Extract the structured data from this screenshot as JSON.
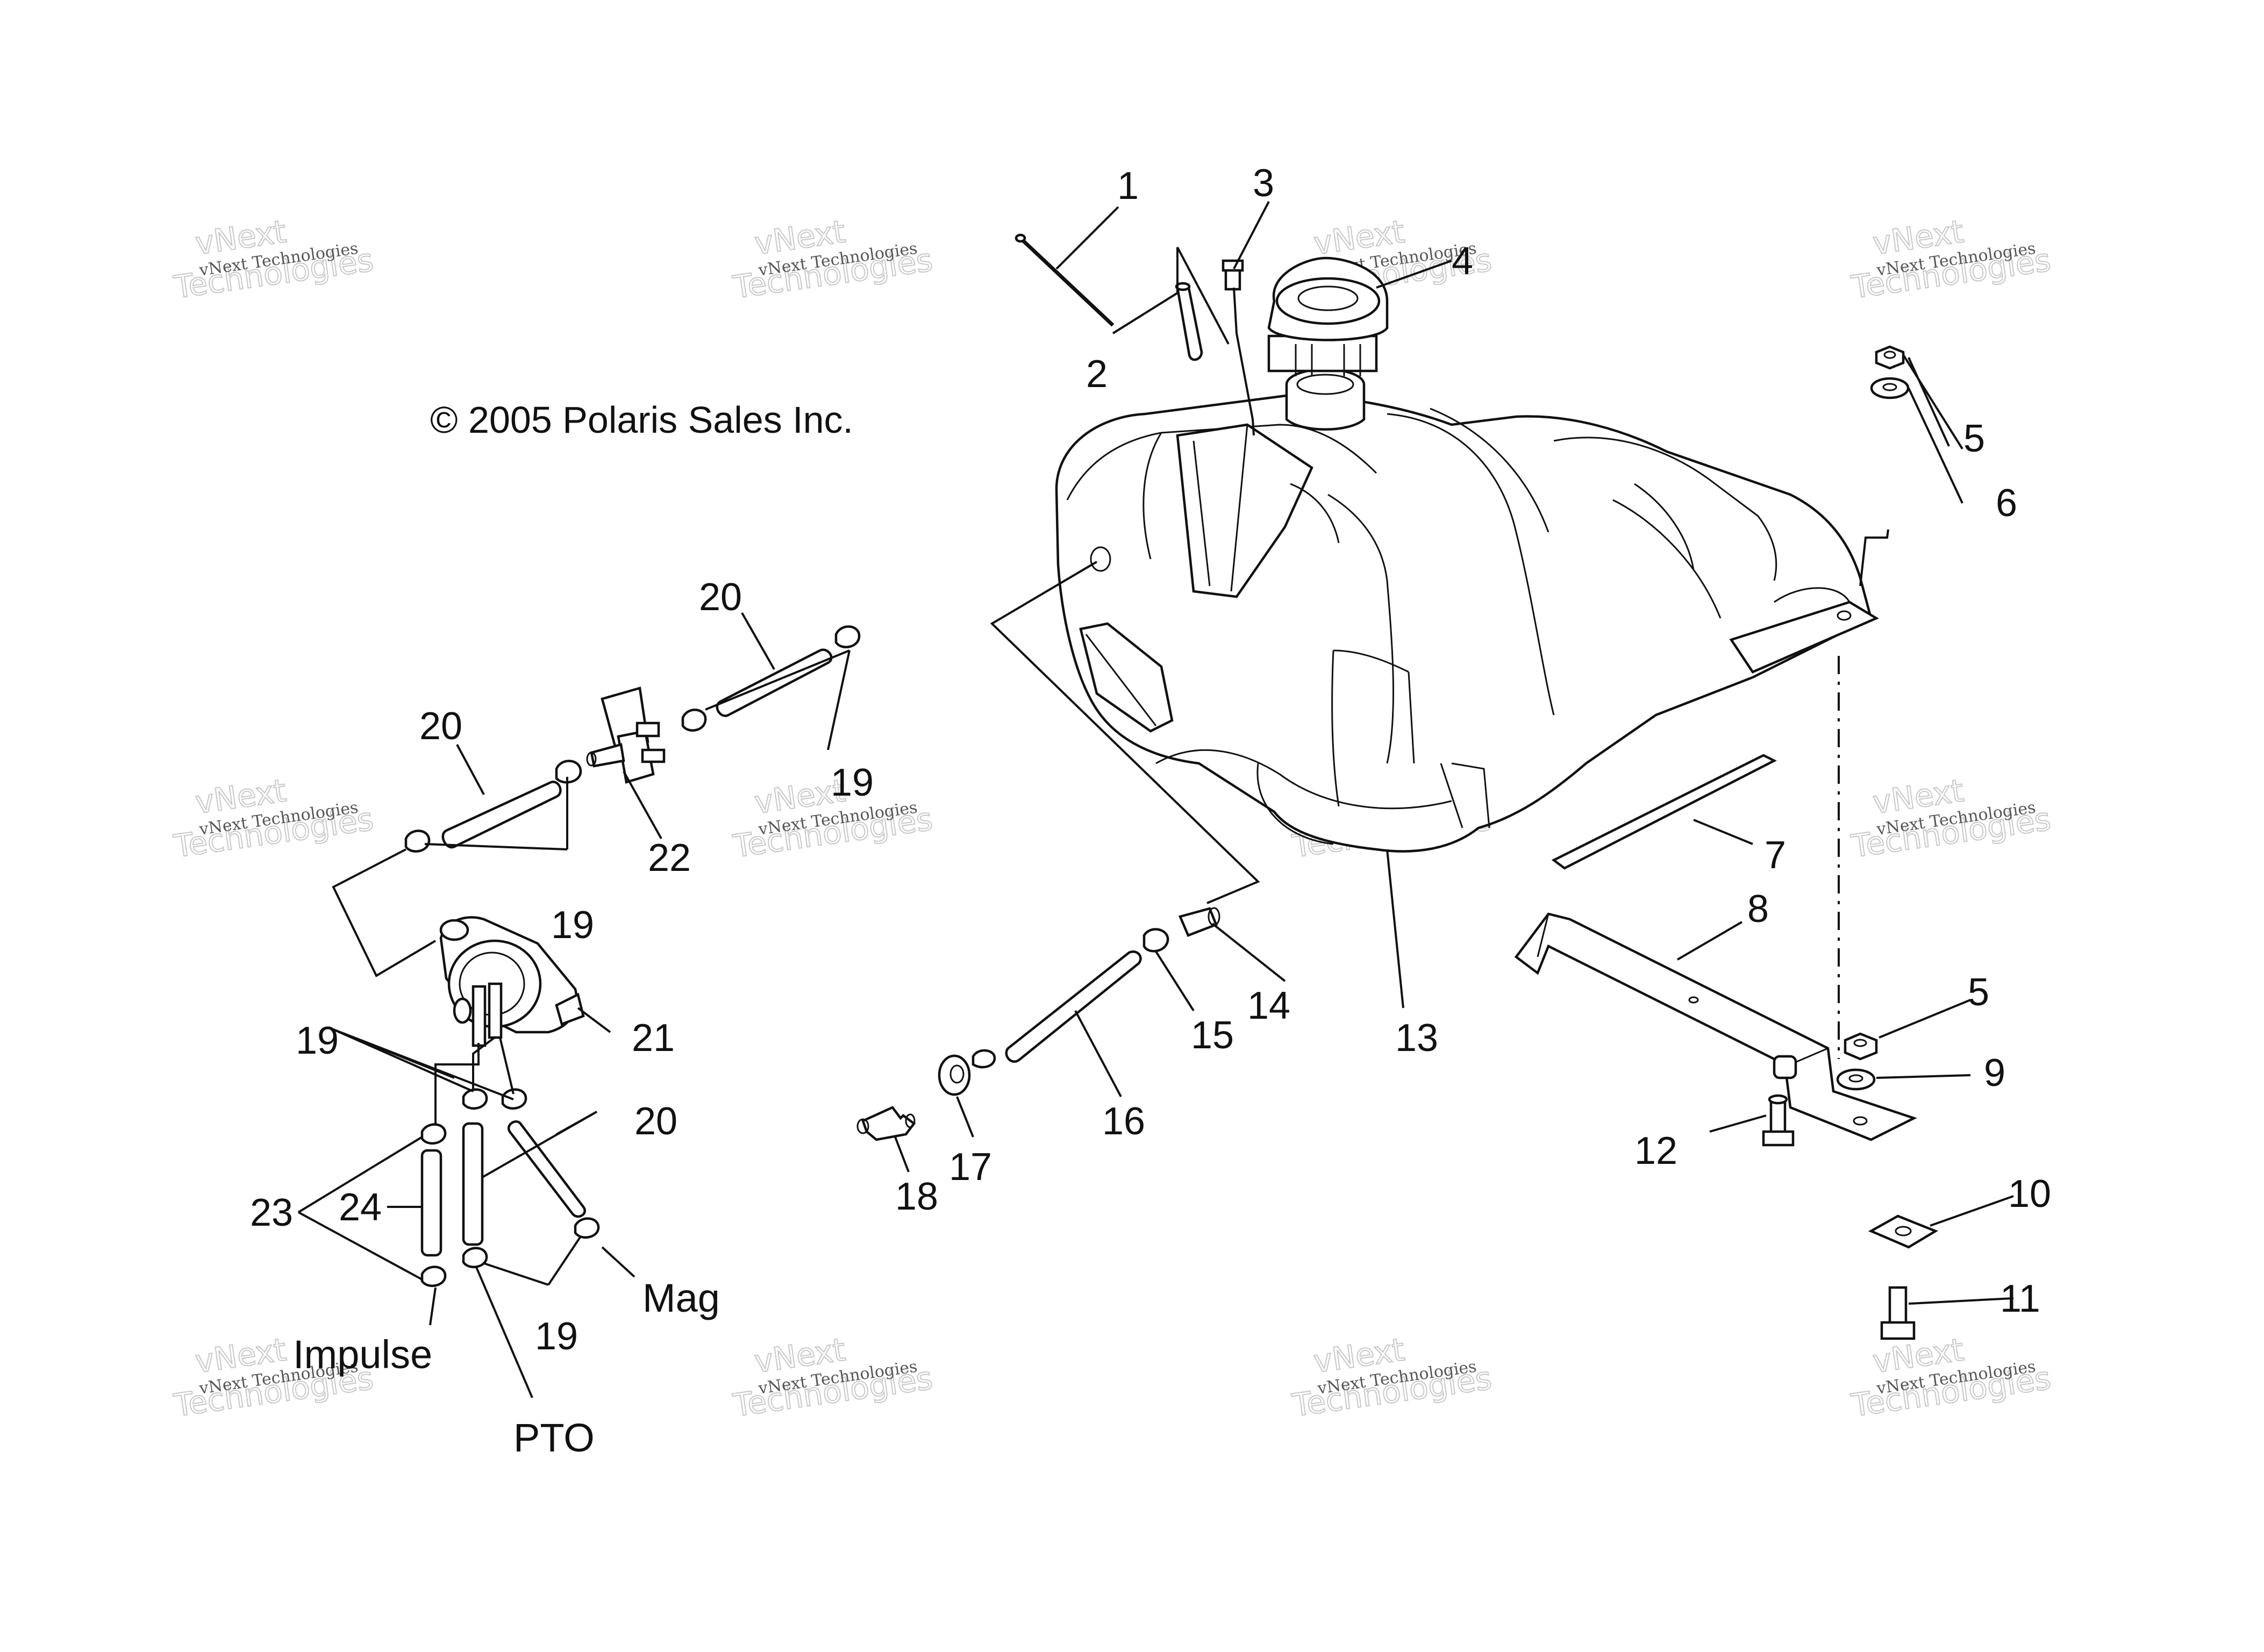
{
  "copyright": "© 2005 Polaris Sales Inc.",
  "watermark": {
    "line1": "vNext Technologies",
    "line2": "vNext",
    "line3": "Technologies"
  },
  "callouts": [
    {
      "id": "1",
      "label": "1"
    },
    {
      "id": "2",
      "label": "2"
    },
    {
      "id": "3",
      "label": "3"
    },
    {
      "id": "4",
      "label": "4"
    },
    {
      "id": "5a",
      "label": "5"
    },
    {
      "id": "6",
      "label": "6"
    },
    {
      "id": "5b",
      "label": "5"
    },
    {
      "id": "7",
      "label": "7"
    },
    {
      "id": "8",
      "label": "8"
    },
    {
      "id": "9",
      "label": "9"
    },
    {
      "id": "10",
      "label": "10"
    },
    {
      "id": "11",
      "label": "11"
    },
    {
      "id": "12",
      "label": "12"
    },
    {
      "id": "13",
      "label": "13"
    },
    {
      "id": "14",
      "label": "14"
    },
    {
      "id": "15",
      "label": "15"
    },
    {
      "id": "16",
      "label": "16"
    },
    {
      "id": "17",
      "label": "17"
    },
    {
      "id": "18",
      "label": "18"
    },
    {
      "id": "19a",
      "label": "19"
    },
    {
      "id": "19b",
      "label": "19"
    },
    {
      "id": "19c",
      "label": "19"
    },
    {
      "id": "19d",
      "label": "19"
    },
    {
      "id": "20a",
      "label": "20"
    },
    {
      "id": "20b",
      "label": "20"
    },
    {
      "id": "20c",
      "label": "20"
    },
    {
      "id": "21",
      "label": "21"
    },
    {
      "id": "22",
      "label": "22"
    },
    {
      "id": "23",
      "label": "23"
    },
    {
      "id": "24",
      "label": "24"
    }
  ],
  "port_labels": {
    "impulse": "Impulse",
    "pto": "PTO",
    "mag": "Mag"
  }
}
